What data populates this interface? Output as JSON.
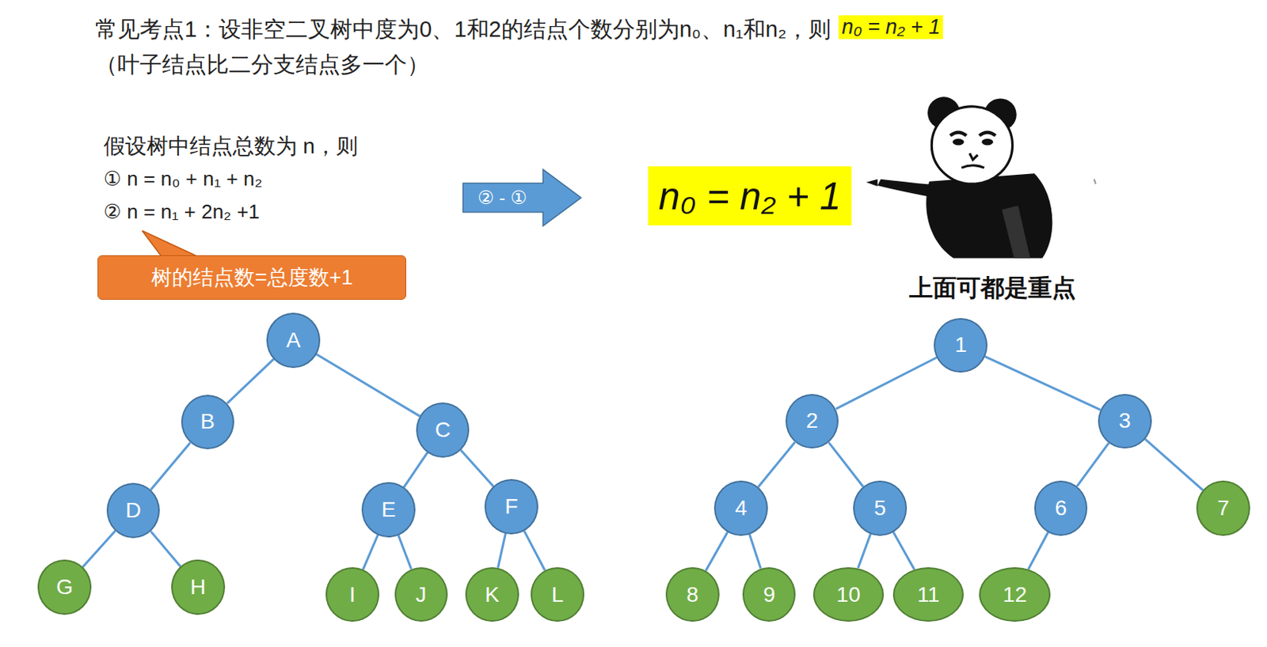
{
  "diagram": {
    "title": "常见考点1：设非空二叉树中度为0、1和2的结点个数分别为n₀、n₁和n₂，则",
    "nodes": [
      {
        "text": [
          "② - ①"
        ]
      },
      {
        "text": [
          "n₀ = n₂ + 1"
        ]
      },
      {
        "text": [
          "树的结点数=总度数+1"
        ]
      },
      {
        "text": [
          "A"
        ]
      },
      {
        "text": [
          "B"
        ]
      },
      {
        "text": [
          "C"
        ]
      },
      {
        "text": [
          "D"
        ]
      },
      {
        "text": [
          "E"
        ]
      },
      {
        "text": [
          "F"
        ]
      },
      {
        "text": [
          "G"
        ]
      },
      {
        "text": [
          "H"
        ]
      },
      {
        "text": [
          "I"
        ]
      },
      {
        "text": [
          "J"
        ]
      },
      {
        "text": [
          "K"
        ]
      },
      {
        "text": [
          "L"
        ]
      },
      {
        "text": [
          "1"
        ]
      },
      {
        "text": [
          "2"
        ]
      },
      {
        "text": [
          "3"
        ]
      },
      {
        "text": [
          "4"
        ]
      },
      {
        "text": [
          "5"
        ]
      },
      {
        "text": [
          "6"
        ]
      },
      {
        "text": [
          "7"
        ]
      },
      {
        "text": [
          "8"
        ]
      },
      {
        "text": [
          "9"
        ]
      },
      {
        "text": [
          "10"
        ]
      },
      {
        "text": [
          "11"
        ]
      },
      {
        "text": [
          "12"
        ]
      }
    ],
    "edges": [
      {
        "from": 3,
        "to": 4,
        "arrow": "none"
      },
      {
        "from": 3,
        "to": 5,
        "arrow": "none"
      },
      {
        "from": 4,
        "to": 6,
        "arrow": "none"
      },
      {
        "from": 6,
        "to": 9,
        "arrow": "none"
      },
      {
        "from": 6,
        "to": 10,
        "arrow": "none"
      },
      {
        "from": 5,
        "to": 7,
        "arrow": "none"
      },
      {
        "from": 5,
        "to": 8,
        "arrow": "none"
      },
      {
        "from": 7,
        "to": 11,
        "arrow": "none"
      },
      {
        "from": 7,
        "to": 12,
        "arrow": "none"
      },
      {
        "from": 8,
        "to": 13,
        "arrow": "none"
      },
      {
        "from": 8,
        "to": 14,
        "arrow": "none"
      },
      {
        "from": 15,
        "to": 16,
        "arrow": "none"
      },
      {
        "from": 15,
        "to": 17,
        "arrow": "none"
      },
      {
        "from": 16,
        "to": 18,
        "arrow": "none"
      },
      {
        "from": 16,
        "to": 19,
        "arrow": "none"
      },
      {
        "from": 17,
        "to": 20,
        "arrow": "none"
      },
      {
        "from": 17,
        "to": 21,
        "arrow": "none"
      },
      {
        "from": 18,
        "to": 22,
        "arrow": "none"
      },
      {
        "from": 18,
        "to": 23,
        "arrow": "none"
      },
      {
        "from": 19,
        "to": 24,
        "arrow": "none"
      },
      {
        "from": 19,
        "to": 25,
        "arrow": "none"
      },
      {
        "from": 20,
        "to": 26,
        "arrow": "none"
      }
    ],
    "labels": [
      "n₀ = n₂ + 1",
      "（叶子结点比二分支结点多一个）",
      "假设树中结点总数为 n，则",
      "① n = n₀ + n₁ + n₂",
      "② n = n₁ + 2n₂ +1",
      "上面可都是重点"
    ]
  }
}
